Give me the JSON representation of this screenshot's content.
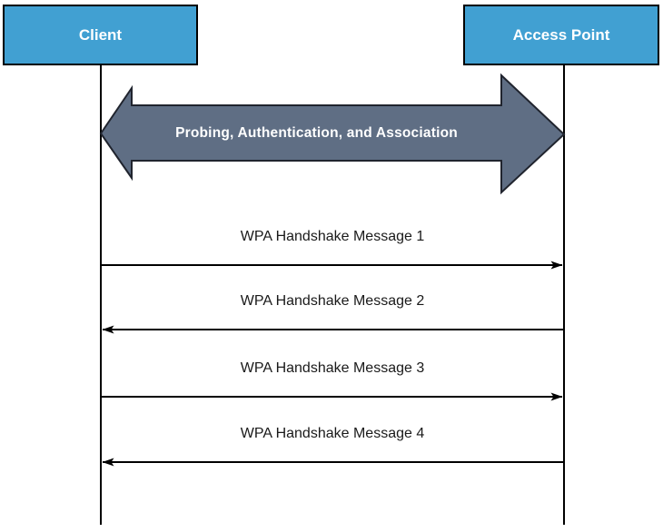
{
  "actors": [
    {
      "id": "client",
      "label": "Client"
    },
    {
      "id": "access-point",
      "label": "Access Point"
    }
  ],
  "phase_arrow": {
    "label": "Probing, Authentication, and Association",
    "direction": "bidirectional"
  },
  "messages": [
    {
      "label": "WPA Handshake Message 1",
      "from": "client",
      "to": "access-point",
      "direction": "right"
    },
    {
      "label": "WPA Handshake Message 2",
      "from": "access-point",
      "to": "client",
      "direction": "left"
    },
    {
      "label": "WPA Handshake Message 3",
      "from": "client",
      "to": "access-point",
      "direction": "right"
    },
    {
      "label": "WPA Handshake Message 4",
      "from": "access-point",
      "to": "client",
      "direction": "left"
    }
  ],
  "colors": {
    "actor_fill": "#41a0d2",
    "actor_border": "#000000",
    "actor_text": "#ffffff",
    "phase_arrow_fill": "#5f6e84",
    "phase_arrow_border": "#20242e",
    "phase_arrow_text": "#ffffff",
    "line_color": "#000000",
    "message_text": "#1a1a1a",
    "background": "#ffffff"
  }
}
